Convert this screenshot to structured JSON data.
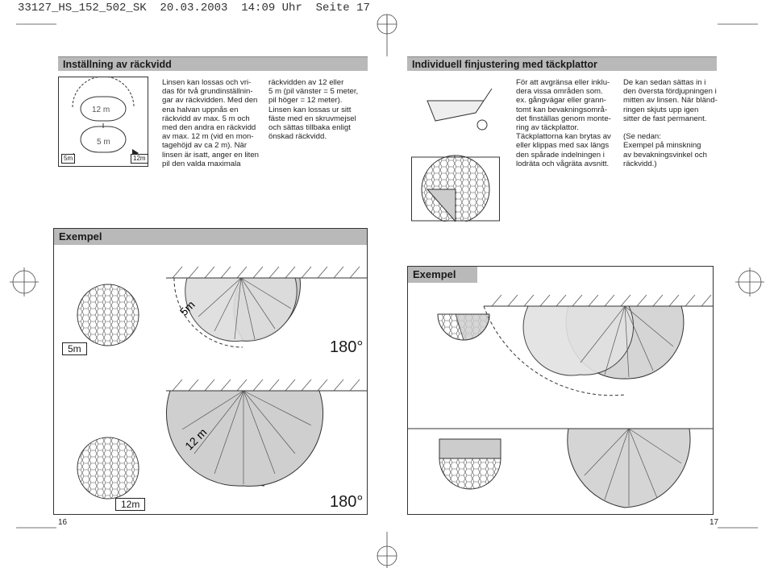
{
  "header": {
    "line": "33127_HS_152_502_SK  20.03.2003  14:09 Uhr  Seite 17"
  },
  "left": {
    "section_title": "Inställning av räckvidd",
    "col1_text": "Linsen kan lossas och vri-\ndas för två grundinställnin-\ngar av räckvidden. Med den\nena halvan uppnås en\nräckvidd av max. 5 m och\nmed den andra en räckvidd\nav max. 12 m (vid en mon-\ntagehöjd av ca 2 m). När\nlinsen är isatt, anger en liten\npil den valda maximala",
    "col2_text": "räckvidden av 12 eller\n5 m (pil vänster = 5 meter,\npil höger = 12 meter).\nLinsen kan lossas ur sitt\nfäste med en skruvmejsel\noch sättas tillbaka enligt\nönskad räckvidd.",
    "figure": {
      "lens_top": "12 m",
      "lens_bottom": "5 m",
      "tag_left": "5m",
      "tag_right": "12m"
    },
    "example": {
      "title": "Exempel",
      "row1": {
        "tag": "5m",
        "range_label": "5m",
        "angle": "180°"
      },
      "row2": {
        "tag": "12m",
        "range_label": "12 m",
        "angle": "180°"
      }
    },
    "page_number": "16"
  },
  "right": {
    "section_title": "Individuell finjustering med täckplattor",
    "col1_text": "För att avgränsa eller inklu-\ndera vissa områden som.\nex. gångvägar eller grann-\ntomt kan bevakningsområ-\ndet finställas genom monte-\nring av täckplattor.\nTäckplattorna kan brytas av\neller klippas med sax längs\nden spårade indelningen i\nlodräta och vågräta avsnitt.",
    "col2_text": "De kan sedan sättas in i\nden översta fördjupningen i\nmitten av linsen. När bländ-\nringen skjuts upp igen\nsitter de fast permanent.\n\n(Se nedan:\nExempel på minskning\nav bevakningsvinkel och\nräckvidd.)",
    "example": {
      "title": "Exempel"
    },
    "page_number": "17"
  }
}
